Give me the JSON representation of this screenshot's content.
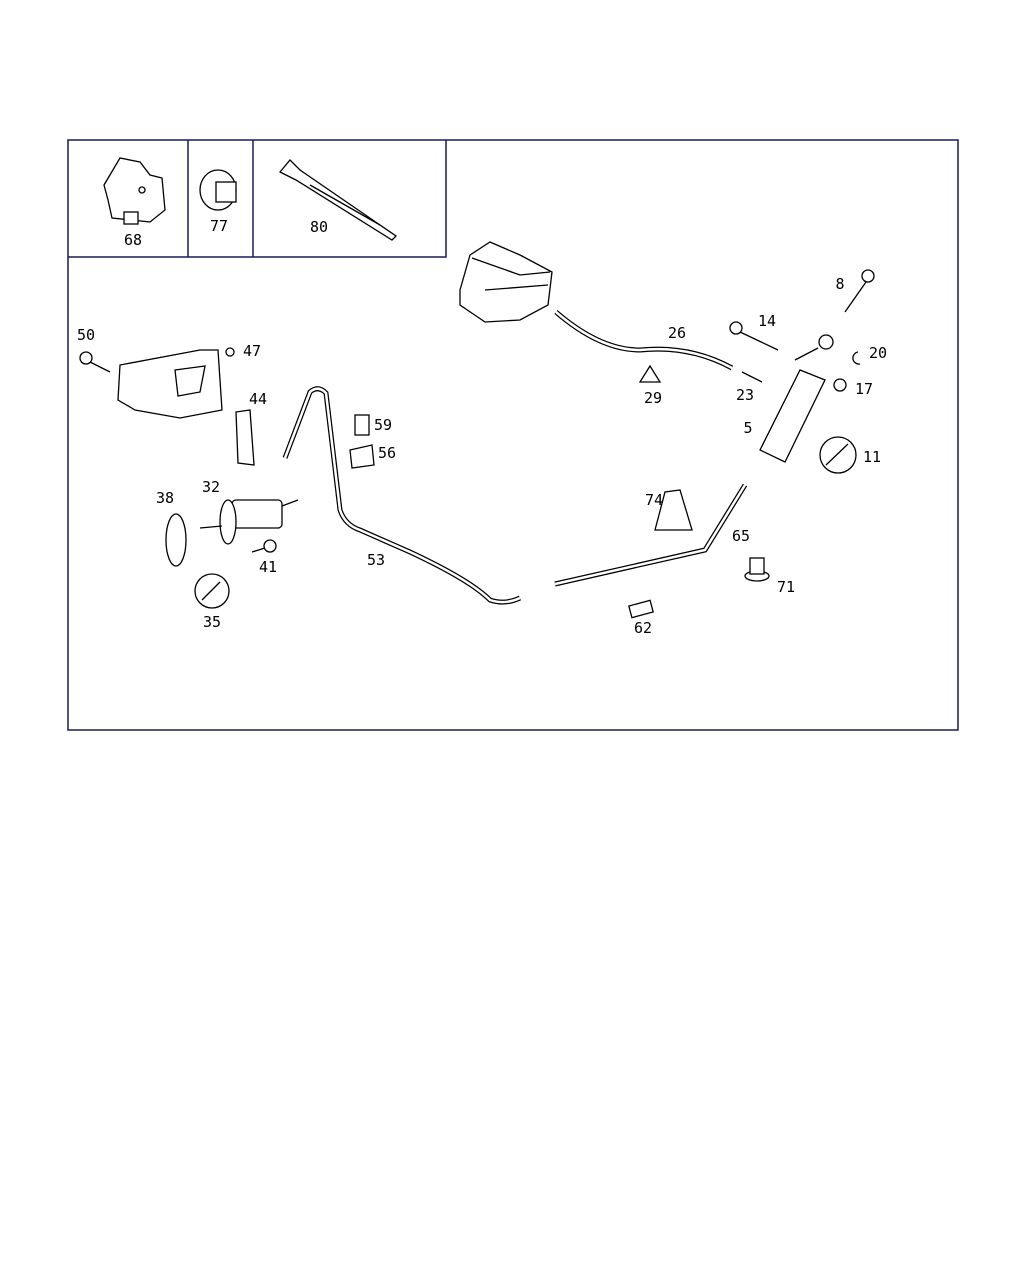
{
  "diagram": {
    "inset_callouts": {
      "clamp": "68",
      "plug": "77",
      "cable_tie": "80"
    },
    "callouts": {
      "p50": "50",
      "p47": "47",
      "p44": "44",
      "p26": "26",
      "p14": "14",
      "p8": "8",
      "p20": "20",
      "p17": "17",
      "p29": "29",
      "p23": "23",
      "p5": "5",
      "p11": "11",
      "p59": "59",
      "p56": "56",
      "p38": "38",
      "p32": "32",
      "p74": "74",
      "p65": "65",
      "p53": "53",
      "p41": "41",
      "p71": "71",
      "p35": "35",
      "p62": "62"
    }
  }
}
